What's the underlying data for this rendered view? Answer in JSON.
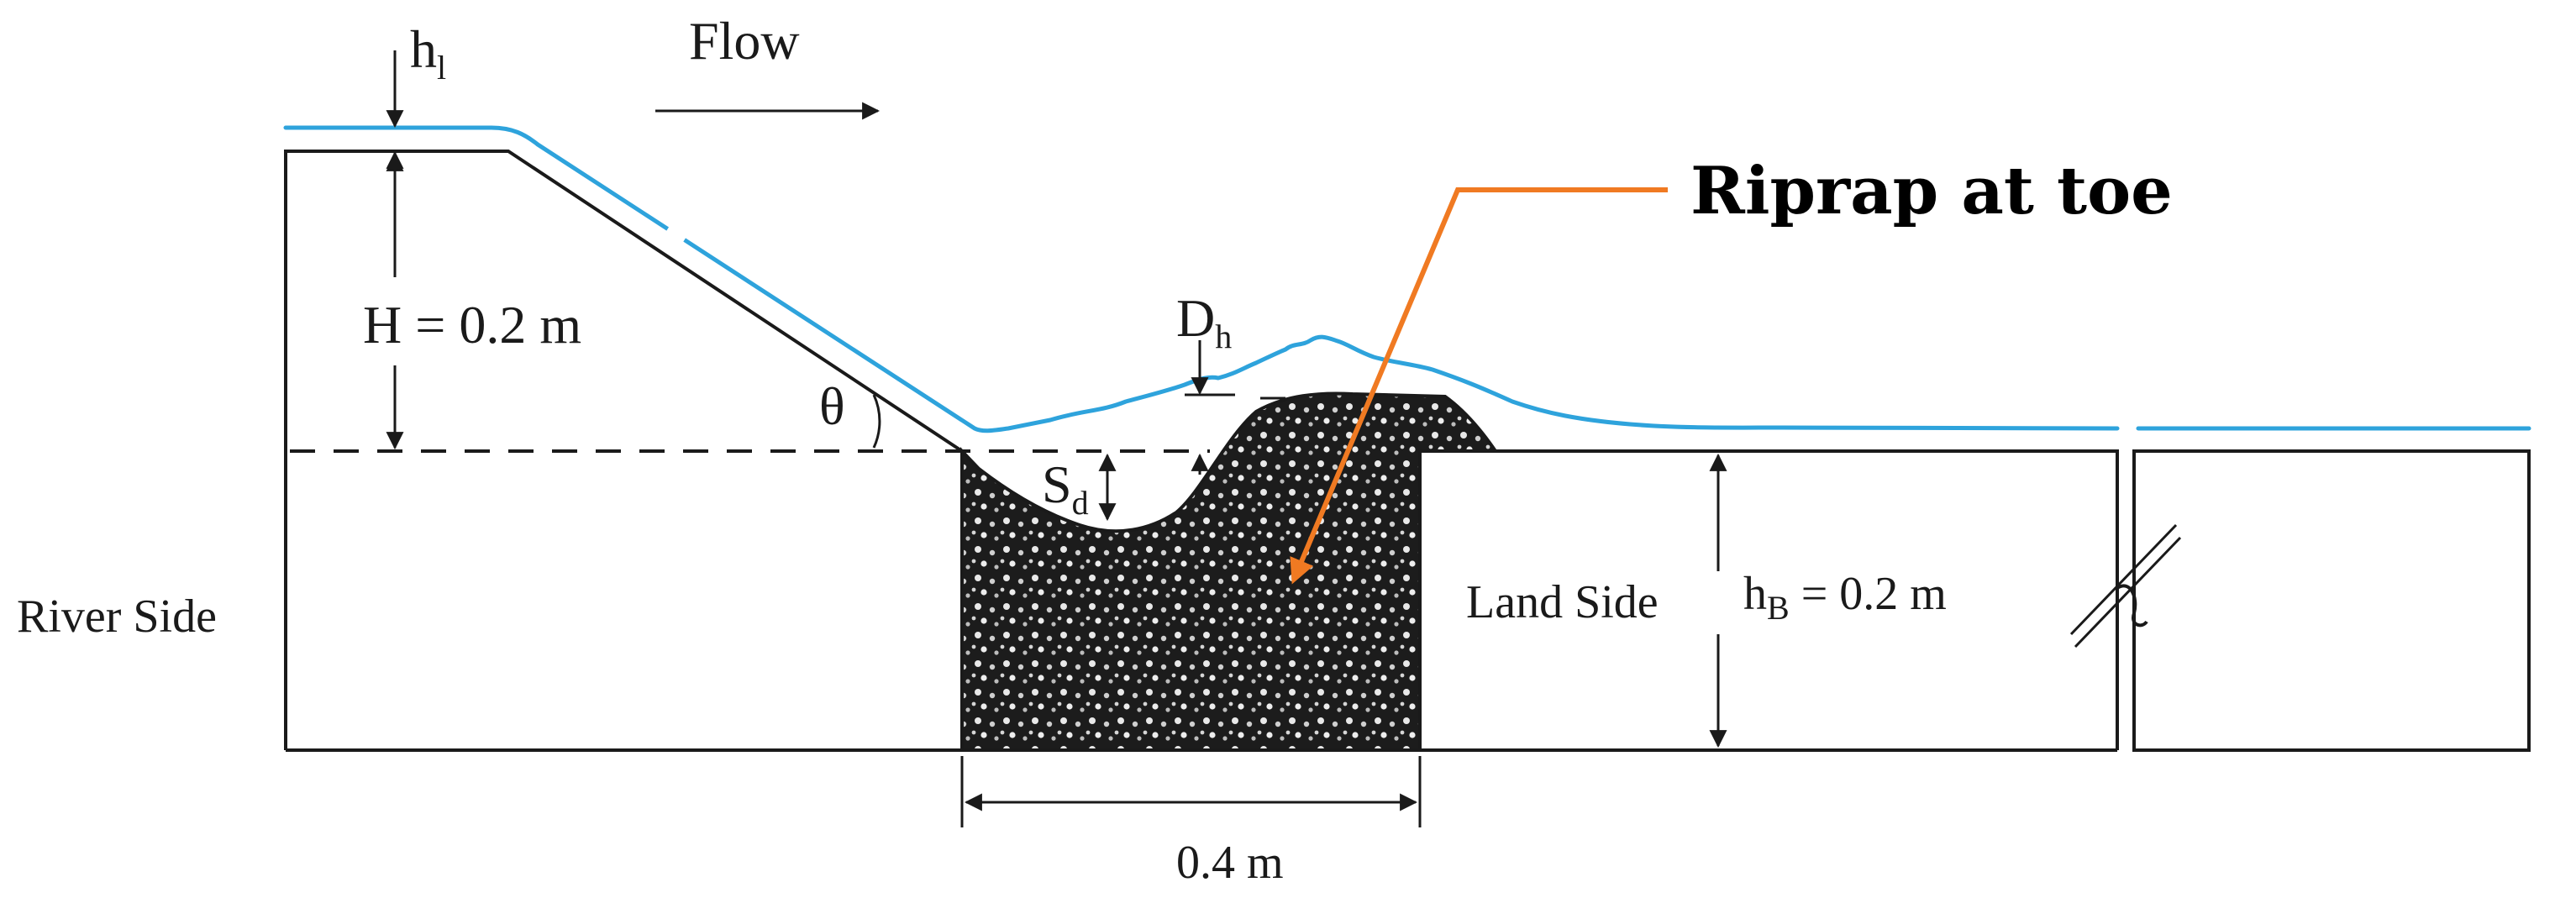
{
  "labels": {
    "h_l": "h",
    "h_l_sub": "l",
    "flow": "Flow",
    "H": "H = 0.2 m",
    "theta": "θ",
    "D_h": "D",
    "D_h_sub": "h",
    "S_d": "S",
    "S_d_sub": "d",
    "river_side": "River Side",
    "land_side": "Land Side",
    "h_B": "h",
    "h_B_sub": "B",
    "h_B_value": " = 0.2 m",
    "width": "0.4 m",
    "callout": "Riprap at toe"
  },
  "colors": {
    "water": "#2ea3dc",
    "callout_line": "#f07a22",
    "riprap": "#1c1c1c",
    "ink": "#1a1a1a"
  },
  "icons": {
    "flow_arrow": "right-arrow-icon",
    "break_mark": "section-break-icon"
  }
}
